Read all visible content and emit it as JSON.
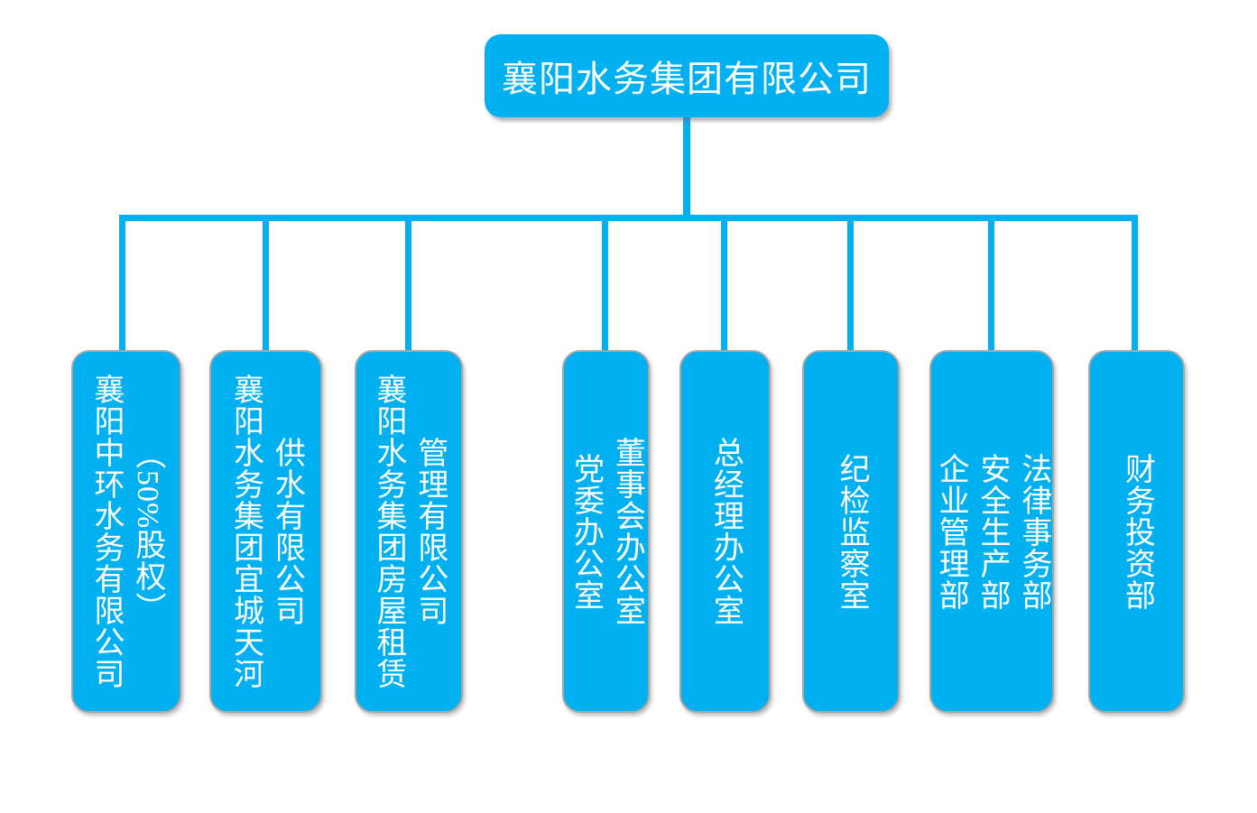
{
  "org_chart": {
    "root": {
      "label": "襄阳水务集团有限公司"
    },
    "children": [
      {
        "columns": [
          "襄阳中环水务有限公司",
          "（50%股权）"
        ]
      },
      {
        "columns": [
          "襄阳水务集团宜城天河",
          "供水有限公司"
        ]
      },
      {
        "columns": [
          "襄阳水务集团房屋租赁",
          "管理有限公司"
        ]
      },
      {
        "columns": [
          "党委办公室",
          "董事会办公室"
        ]
      },
      {
        "columns": [
          "总经理办公室"
        ]
      },
      {
        "columns": [
          "纪检监察室"
        ]
      },
      {
        "columns": [
          "企业管理部",
          "安全生产部",
          "法律事务部"
        ]
      },
      {
        "columns": [
          "财务投资部"
        ]
      }
    ],
    "colors": {
      "node_fill": "#00B0F0",
      "node_text": "#FFFFFF",
      "connector": "#00B0F0",
      "child_border": "#A6A6A6"
    }
  }
}
